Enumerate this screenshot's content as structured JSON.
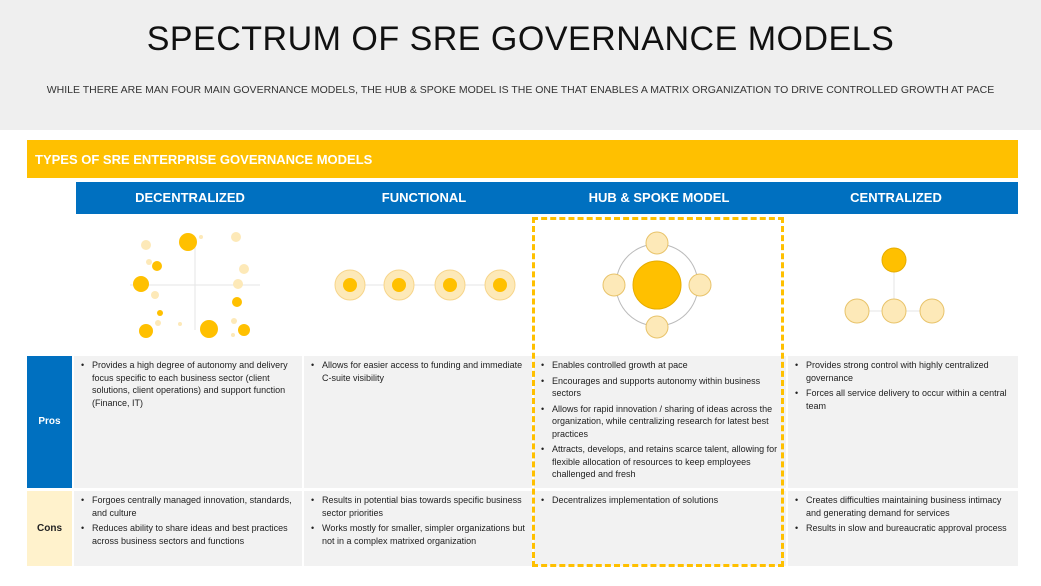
{
  "title": "SPECTRUM OF SRE GOVERNANCE MODELS",
  "subtitle": "WHILE THERE ARE MAN FOUR MAIN GOVERNANCE MODELS, THE HUB & SPOKE MODEL IS THE ONE THAT ENABLES A MATRIX ORGANIZATION TO DRIVE CONTROLLED GROWTH AT PACE",
  "band_title": "TYPES OF SRE ENTERPRISE GOVERNANCE MODELS",
  "colors": {
    "yellow": "#ffc000",
    "light_yellow": "#fff2cc",
    "blue": "#0070c0",
    "gray": "#f2f2f2"
  },
  "row_labels": {
    "pros": "Pros",
    "cons": "Cons"
  },
  "models": [
    {
      "name": "DECENTRALIZED",
      "pros": [
        "Provides a high degree of autonomy and delivery focus specific to each business sector (client solutions, client operations) and support function (Finance, IT)"
      ],
      "cons": [
        "Forgoes centrally managed innovation, standards, and culture",
        "Reduces ability to share ideas and best practices across business sectors and functions"
      ]
    },
    {
      "name": "FUNCTIONAL",
      "pros": [
        "Allows for easier access to funding and immediate C-suite visibility"
      ],
      "cons": [
        "Results in potential bias towards specific business sector priorities",
        "Works mostly for smaller, simpler organizations but not in a complex matrixed organization"
      ]
    },
    {
      "name": "HUB & SPOKE MODEL",
      "pros": [
        "Enables controlled growth at pace",
        "Encourages and supports autonomy within business sectors",
        "Allows for rapid innovation / sharing of ideas across the organization, while centralizing research for latest best practices",
        "Attracts, develops, and retains scarce talent, allowing for flexible allocation of resources to keep employees challenged and fresh"
      ],
      "cons": [
        "Decentralizes implementation of solutions"
      ]
    },
    {
      "name": "CENTRALIZED",
      "pros": [
        "Provides strong control with highly centralized governance",
        "Forces all service delivery to occur within a central team"
      ],
      "cons": [
        "Creates difficulties maintaining business intimacy and generating demand for services",
        "Results in slow and bureaucratic approval process"
      ]
    }
  ]
}
